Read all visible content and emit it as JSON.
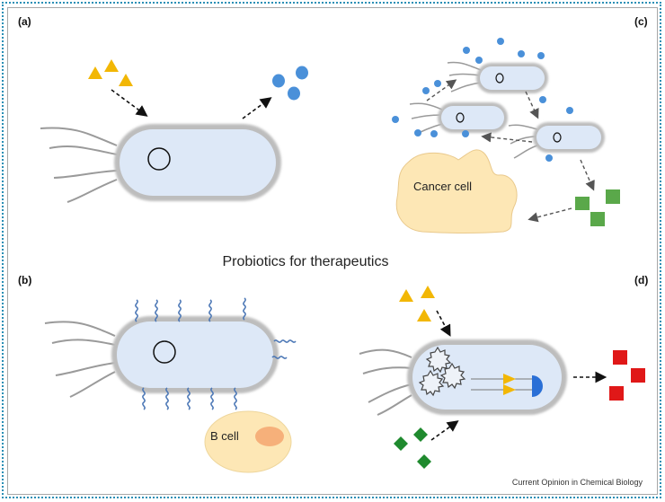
{
  "panels": {
    "a": "(a)",
    "b": "(b)",
    "c": "(c)",
    "d": "(d)"
  },
  "title": "Probiotics for therapeutics",
  "labels": {
    "cancer_cell": "Cancer cell",
    "b_cell": "B cell"
  },
  "credit": "Current Opinion in Chemical Biology",
  "colors": {
    "frame": "#2a8fb5",
    "bacterium_fill": "#dde8f7",
    "bacterium_wall": "#bdbdbd",
    "triangle": "#f2b705",
    "dot": "#4a90d9",
    "green_square": "#5aa84a",
    "green_diamond": "#1f8a2e",
    "red_square": "#e01818",
    "cell_fill": "#fde7b5",
    "b_cell_nucleus": "#f6b07a"
  }
}
